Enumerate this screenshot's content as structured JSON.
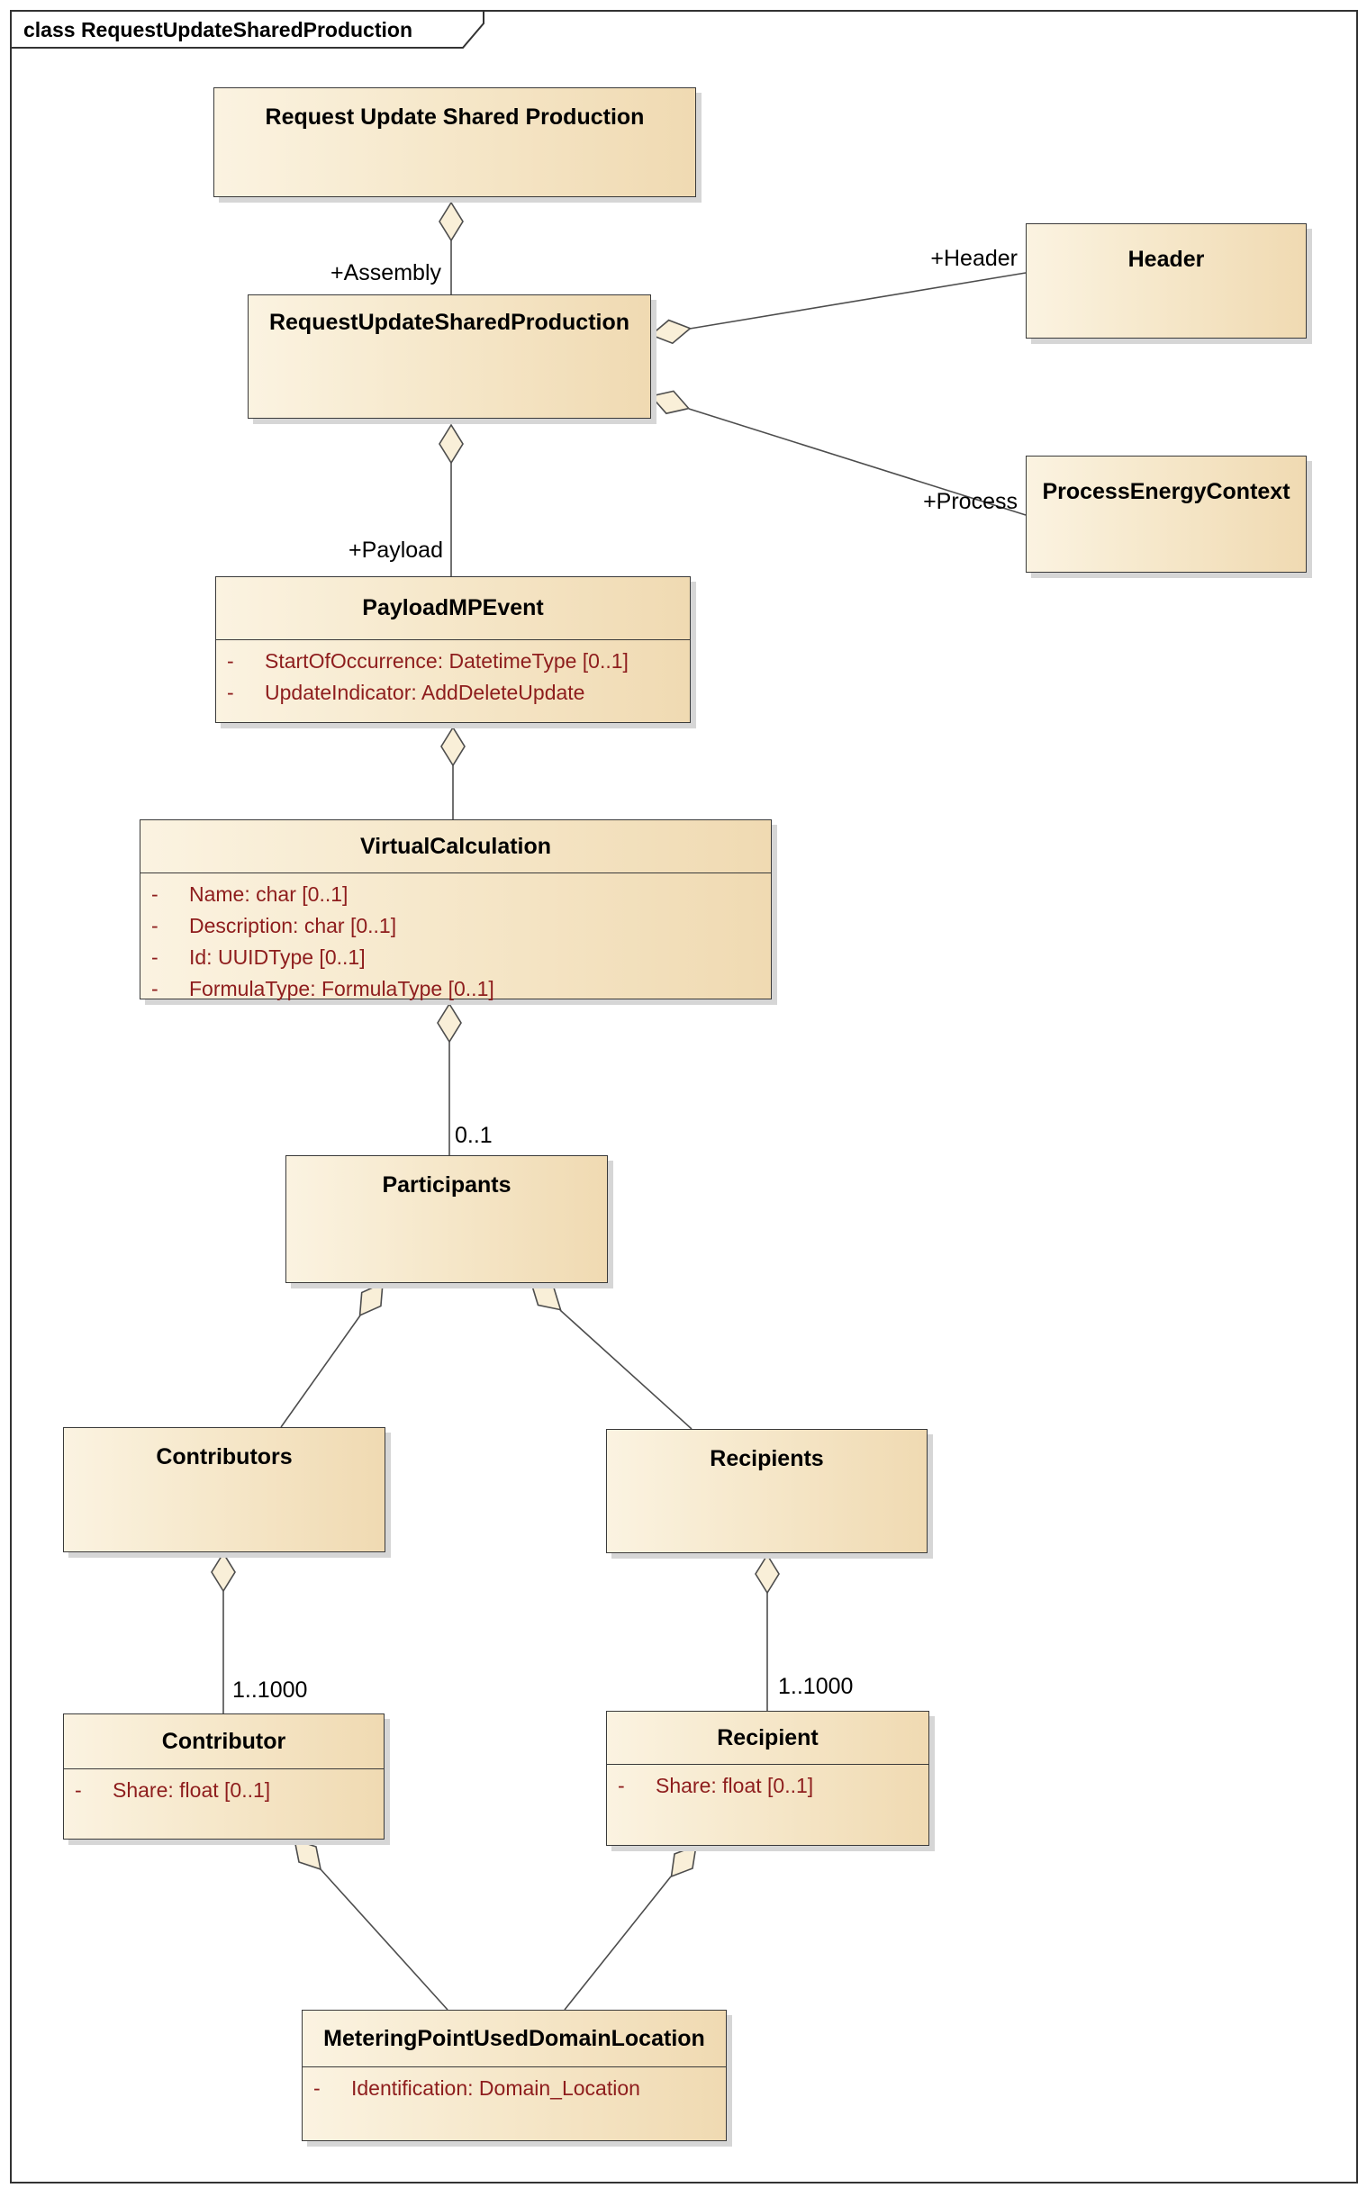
{
  "diagram": {
    "frame_title": "class RequestUpdateSharedProduction"
  },
  "attribute_marker": "-",
  "classes": [
    {
      "name": "Request Update Shared Production",
      "attributes": []
    },
    {
      "name": "RequestUpdateSharedProduction",
      "attributes": []
    },
    {
      "name": "Header",
      "attributes": []
    },
    {
      "name": "ProcessEnergyContext",
      "attributes": []
    },
    {
      "name": "PayloadMPEvent",
      "attributes": [
        "StartOfOccurrence: DatetimeType [0..1]",
        "UpdateIndicator: AddDeleteUpdate"
      ]
    },
    {
      "name": "VirtualCalculation",
      "attributes": [
        "Name: char [0..1]",
        "Description: char [0..1]",
        "Id: UUIDType [0..1]",
        "FormulaType: FormulaType [0..1]"
      ]
    },
    {
      "name": "Participants",
      "attributes": []
    },
    {
      "name": "Contributors",
      "attributes": []
    },
    {
      "name": "Recipients",
      "attributes": []
    },
    {
      "name": "Contributor",
      "attributes": [
        "Share: float [0..1]"
      ]
    },
    {
      "name": "Recipient",
      "attributes": [
        "Share: float [0..1]"
      ]
    },
    {
      "name": "MeteringPointUsedDomainLocation",
      "attributes": [
        "Identification: Domain_Location"
      ]
    }
  ],
  "connector_labels": {
    "assembly_role": "+Assembly",
    "header_role": "+Header",
    "process_role": "+Process",
    "payload_role": "+Payload",
    "participants_multiplicity": "0..1",
    "contributor_multiplicity": "1..1000",
    "recipient_multiplicity": "1..1000"
  },
  "colors": {
    "box_gradient_start": "#FBF3E1",
    "box_gradient_end": "#F0DAB2",
    "box_border": "#3A3A3A",
    "attribute_text": "#8E1D1D",
    "connector_line": "#4D4D4D",
    "diamond_fill": "#F9EFD8",
    "shadow": "#D6D6D6",
    "frame_border": "#333333"
  }
}
